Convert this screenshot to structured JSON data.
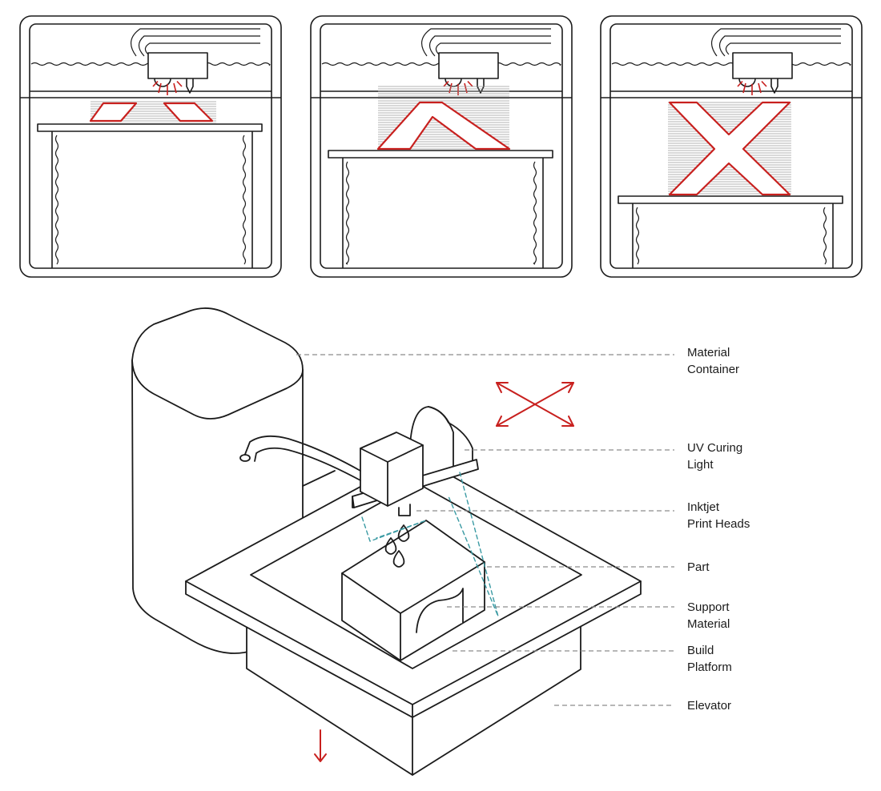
{
  "colors": {
    "stroke": "#1b1b1b",
    "accent": "#c8201e",
    "support": "#3a9aa3",
    "leader": "#8c8c8c",
    "layer_lines": "#9a9a9a"
  },
  "stages": [
    {
      "name": "stage-early",
      "shape": "two-parallelograms"
    },
    {
      "name": "stage-middle",
      "shape": "chevron"
    },
    {
      "name": "stage-final",
      "shape": "x"
    }
  ],
  "callouts": [
    {
      "id": "material-container",
      "lines": [
        "Material",
        "Container"
      ]
    },
    {
      "id": "uv-curing-light",
      "lines": [
        "UV Curing",
        "Light"
      ]
    },
    {
      "id": "inkjet-print-heads",
      "lines": [
        "Inktjet",
        "Print Heads"
      ]
    },
    {
      "id": "part",
      "lines": [
        "Part"
      ]
    },
    {
      "id": "support-material",
      "lines": [
        "Support",
        "Material"
      ]
    },
    {
      "id": "build-platform",
      "lines": [
        "Build",
        "Platform"
      ]
    },
    {
      "id": "elevator",
      "lines": [
        "Elevator"
      ]
    }
  ],
  "icons": {
    "motion": "xy-motion-arrows-icon",
    "down": "down-arrow-icon",
    "droplet": "droplet-icon"
  }
}
